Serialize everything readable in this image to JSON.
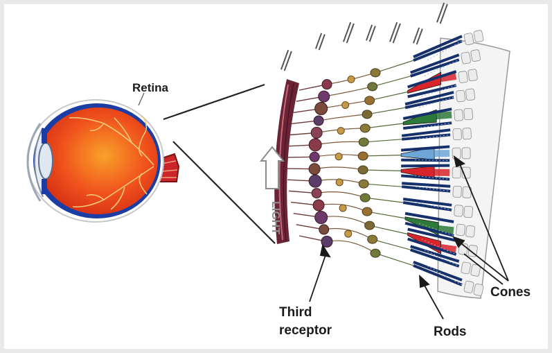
{
  "labels": {
    "retina": "Retina",
    "third_receptor_line1": "Third",
    "third_receptor_line2": "receptor",
    "cones": "Cones",
    "rods": "Rods",
    "light": "LIGHT"
  },
  "colors": {
    "eyeball": "#f0511c",
    "eye_outer": "#1c3da3",
    "membrane": "#6b2336",
    "rod_blue": "#16306b",
    "cone_red": "#d8242b",
    "cone_green": "#2e7a3a",
    "cone_blue": "#6fa6d8",
    "arrow": "#1a1a1a"
  }
}
